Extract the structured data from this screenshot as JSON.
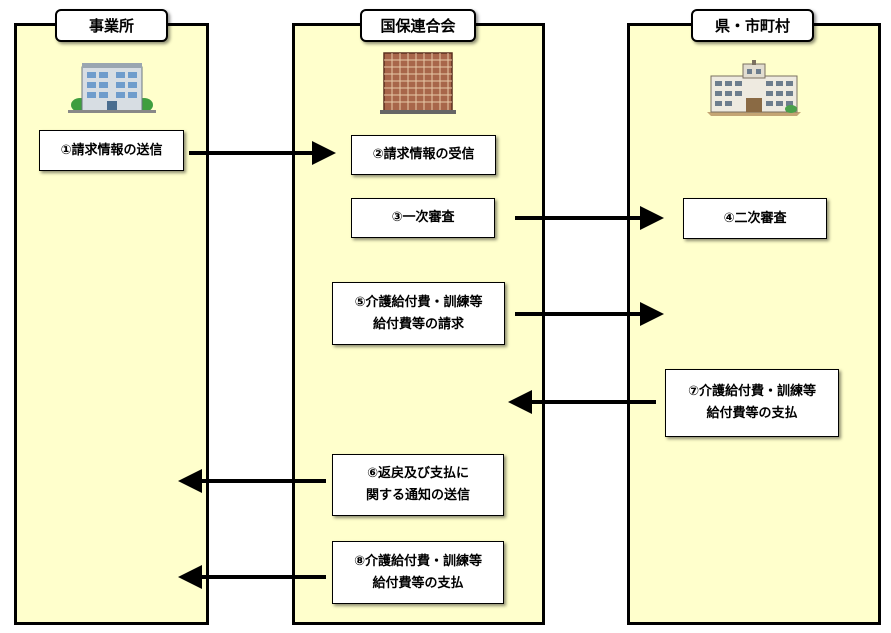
{
  "lanes": [
    {
      "title": "事業所",
      "icon": "office-building-icon"
    },
    {
      "title": "国保連合会",
      "icon": "tall-building-icon"
    },
    {
      "title": "県・市町村",
      "icon": "city-hall-icon"
    }
  ],
  "steps": {
    "s1": [
      "①請求情報の送信"
    ],
    "s2": [
      "②請求情報の受信"
    ],
    "s3": [
      "③一次審査"
    ],
    "s4": [
      "④二次審査"
    ],
    "s5": [
      "⑤介護給付費・訓練等",
      "給付費等の請求"
    ],
    "s6": [
      "⑥返戻及び支払に",
      "関する通知の送信"
    ],
    "s7": [
      "⑦介護給付費・訓練等",
      "給付費等の支払"
    ],
    "s8": [
      "⑧介護給付費・訓練等",
      "給付費等の支払"
    ]
  },
  "colors": {
    "lane_fill": "#ffffcc",
    "border": "#000000",
    "box_fill": "#ffffff"
  }
}
